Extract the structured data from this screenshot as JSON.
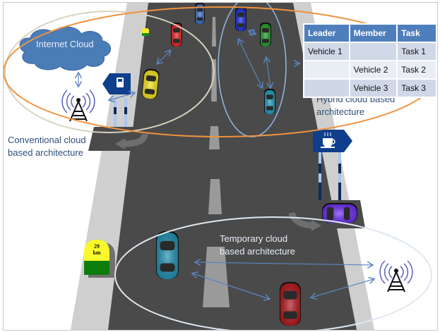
{
  "labels": {
    "internet_cloud": "Internet Cloud",
    "conventional": [
      "Conventional cloud",
      "based architecture"
    ],
    "hybrid": [
      "Hybrid cloud based",
      "architecture"
    ],
    "temporary": [
      "Temporary cloud",
      "based architecture"
    ],
    "milestone_value": "29",
    "milestone_unit": "km"
  },
  "table": {
    "headers": [
      "Leader",
      "Member",
      "Task"
    ],
    "rows": [
      [
        "Vehicle 1",
        "",
        "Task 1"
      ],
      [
        "",
        "Vehicle 2",
        "Task 2"
      ],
      [
        "",
        "Vehicle 3",
        "Task 3"
      ]
    ]
  },
  "icons": {
    "fuel_sign": "fuel-pump-sign",
    "coffee_sign": "coffee-cup-sign",
    "towers": [
      "radio-tower",
      "radio-tower"
    ],
    "cloud": "cloud"
  },
  "vehicles": [
    {
      "id": "yellow",
      "color": "#f2e21a",
      "zone": "conventional"
    },
    {
      "id": "red-top",
      "color": "#e3201c",
      "zone": "conventional"
    },
    {
      "id": "blue-top",
      "color": "#3a6fc4",
      "zone": "none"
    },
    {
      "id": "blue",
      "color": "#1a2fd6",
      "zone": "hybrid"
    },
    {
      "id": "green",
      "color": "#1f9a2a",
      "zone": "hybrid"
    },
    {
      "id": "teal-top",
      "color": "#1e9ab8",
      "zone": "hybrid"
    },
    {
      "id": "purple",
      "color": "#6a2cf0",
      "zone": "none"
    },
    {
      "id": "teal-bottom",
      "color": "#1f8fb0",
      "zone": "temporary"
    },
    {
      "id": "red-bottom",
      "color": "#b0161a",
      "zone": "temporary"
    }
  ],
  "colors": {
    "road": "#4a4a4a",
    "shoulder": "#cfcfcf",
    "lane_marking": "#9a9a9a",
    "cloud": "#4a7cb6",
    "sign": "#0f3f8c",
    "orange_ellipse": "#f0923e",
    "conventional_ellipse": "#d8d3bf",
    "hybrid_ellipse": "#8fb3dc",
    "temporary_ellipse": "#dfe8f2",
    "arrow": "#5a86c0"
  }
}
